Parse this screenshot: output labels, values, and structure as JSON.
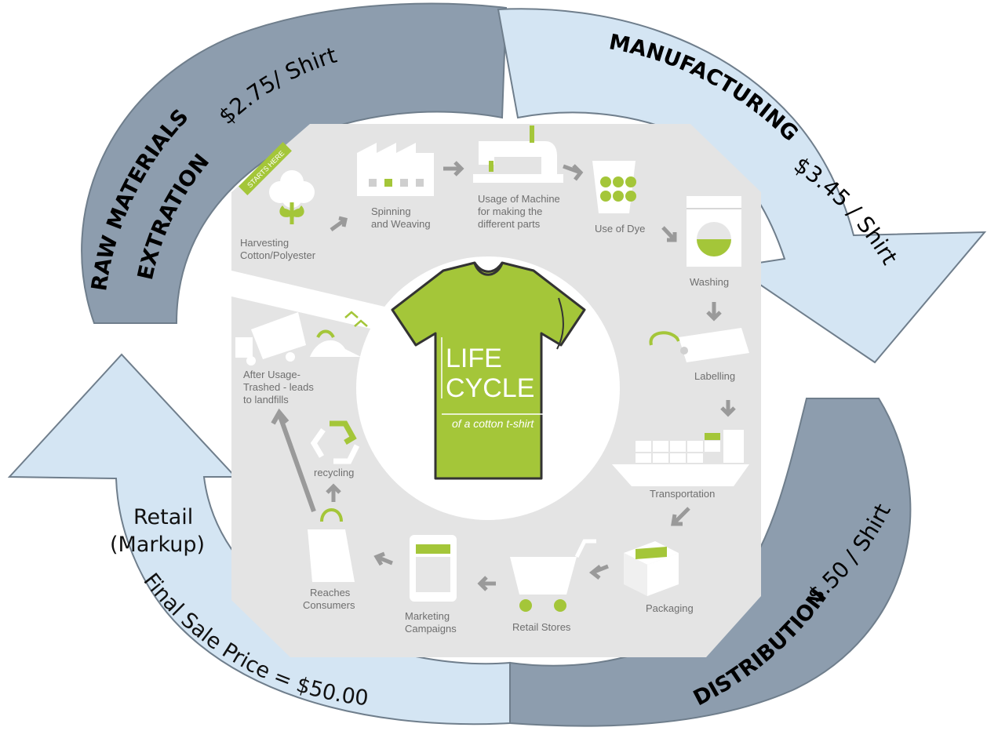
{
  "colors": {
    "panel": "#e4e4e4",
    "accent_green": "#a4c639",
    "dark_arrow": "#8d9dae",
    "light_arrow": "#d4e5f3",
    "arrow_stroke": "#6f7e8c"
  },
  "arrows": {
    "raw": {
      "title_line1": "RAW MATERIALS",
      "title_line2": "EXTRATION",
      "price": "$2.75/ Shirt"
    },
    "manufacturing": {
      "title": "MANUFACTURING",
      "price": "$3.45 / Shirt"
    },
    "distribution": {
      "title": "DISTRIBUTION",
      "price": "$.50 / Shirt"
    },
    "retail": {
      "line1": "Retail",
      "line2": "(Markup)",
      "final": "Final Sale Price = $50.00"
    }
  },
  "center": {
    "title_line1": "LIFE",
    "title_line2": "CYCLE",
    "subtitle": "of a cotton t-shirt"
  },
  "badge": "STARTS HERE",
  "steps": {
    "harvesting": {
      "line1": "Harvesting",
      "line2": "Cotton/Polyester",
      "icon": "cotton-plant-icon"
    },
    "spinning": {
      "line1": "Spinning",
      "line2": "and Weaving",
      "icon": "factory-icon"
    },
    "machine": {
      "line1": "Usage of Machine",
      "line2": "for making the",
      "line3": "different parts",
      "icon": "sewing-machine-icon"
    },
    "dye": {
      "line1": "Use of Dye",
      "icon": "dye-bucket-icon"
    },
    "washing": {
      "line1": "Washing",
      "icon": "washing-machine-icon"
    },
    "labelling": {
      "line1": "Labelling",
      "icon": "label-tag-icon"
    },
    "transportation": {
      "line1": "Transportation",
      "icon": "cargo-ship-icon"
    },
    "packaging": {
      "line1": "Packaging",
      "icon": "box-icon"
    },
    "retail_stores": {
      "line1": "Retail Stores",
      "icon": "shopping-cart-icon"
    },
    "marketing": {
      "line1": "Marketing",
      "line2": "Campaigns",
      "icon": "tablet-icon"
    },
    "consumers": {
      "line1": "Reaches",
      "line2": "Consumers",
      "icon": "shopping-bag-icon"
    },
    "recycling": {
      "line1": "recycling",
      "icon": "recycle-icon"
    },
    "after": {
      "line1": "After Usage-",
      "line2": "Trashed - leads",
      "line3": "to landfills",
      "icon": "landfill-truck-icon"
    }
  }
}
